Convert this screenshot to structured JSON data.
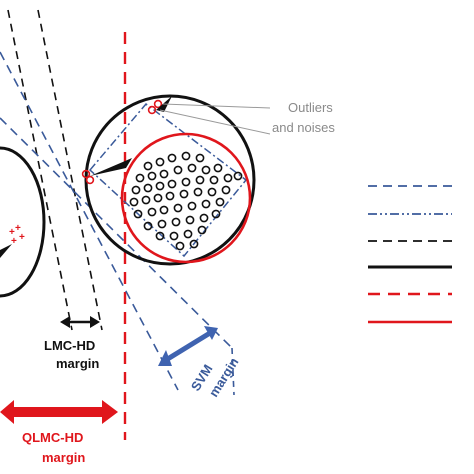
{
  "annotations": {
    "outliers_line1": "Outliers",
    "outliers_line2": "and noises",
    "lmc_line1": "LMC-HD",
    "lmc_line2": "margin",
    "svm_line1": "SVM",
    "svm_line2": "margin",
    "qlmc_line1": "QLMC-HD",
    "qlmc_line2": "margin"
  },
  "colors": {
    "blue": "#3a5a9a",
    "red": "#e0161c",
    "black": "#111111",
    "gray": "#8a8a8a",
    "svm_arrow": "#3f63b0"
  }
}
